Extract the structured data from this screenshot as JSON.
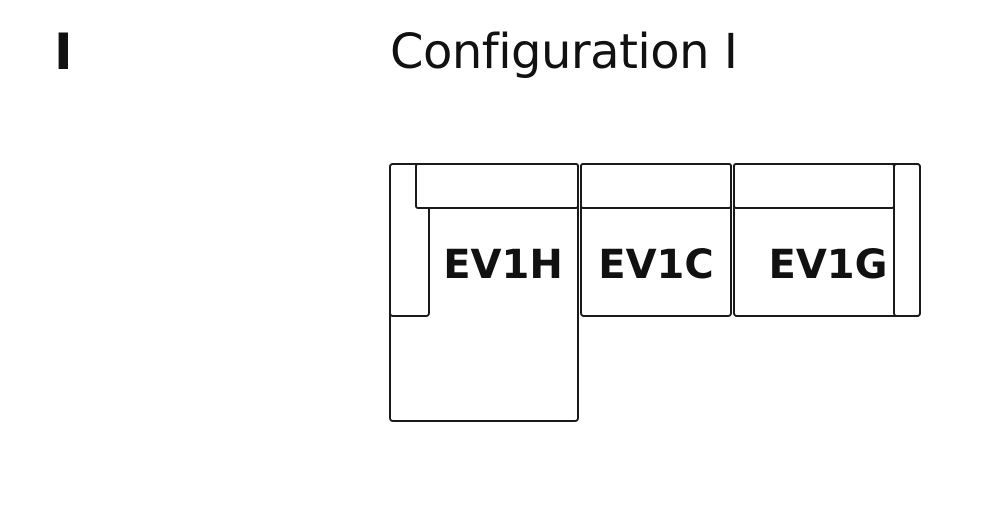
{
  "header": {
    "config_number": "I",
    "config_title": "Configuration I"
  },
  "modules": [
    {
      "code": "EV1H"
    },
    {
      "code": "EV1C"
    },
    {
      "code": "EV1G"
    }
  ]
}
